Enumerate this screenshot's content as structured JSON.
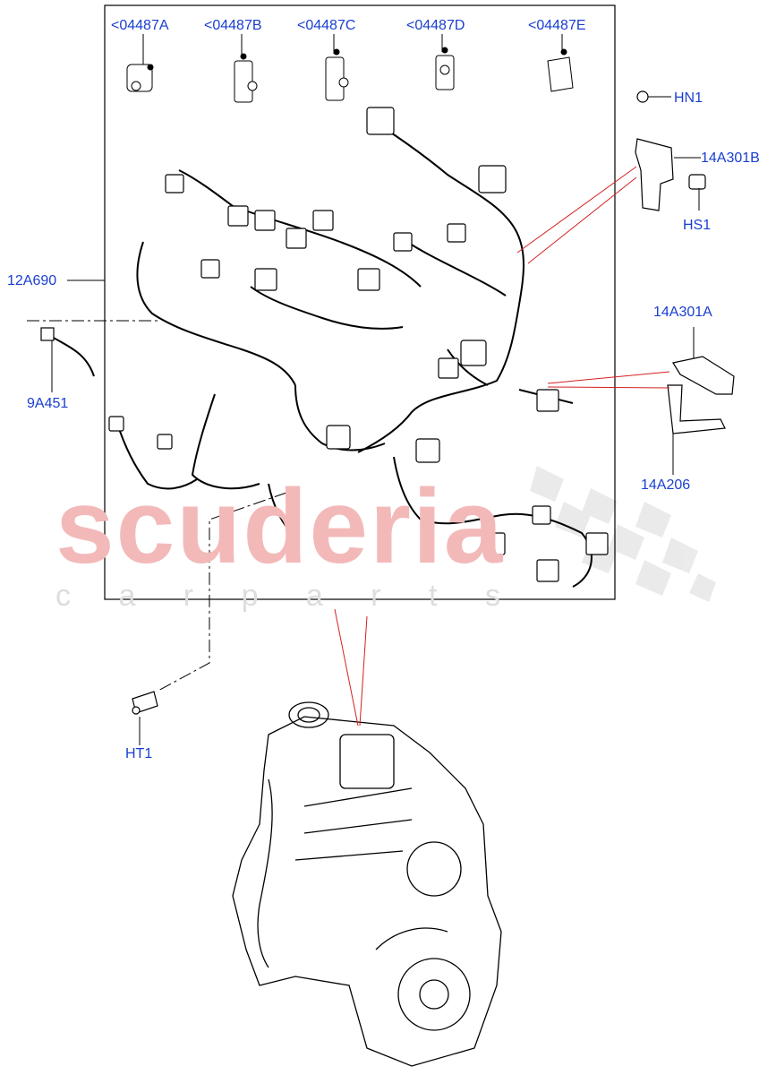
{
  "callouts": {
    "top_row": [
      "<04487A",
      "<04487B",
      "<04487C",
      "<04487D",
      "<04487E"
    ],
    "hn1": "HN1",
    "b14a301b": "14A301B",
    "hs1": "HS1",
    "harness": "12A690",
    "sensor": "9A451",
    "b14a301a": "14A301A",
    "b14a206": "14A206",
    "ht1": "HT1"
  },
  "watermark": {
    "main": "scuderia",
    "sub": "c a r   p a r t s"
  },
  "colors": {
    "callout_text": "#1a3fd0",
    "leader_red": "#d42020",
    "line": "#000000",
    "watermark": "#f3b9b9"
  }
}
